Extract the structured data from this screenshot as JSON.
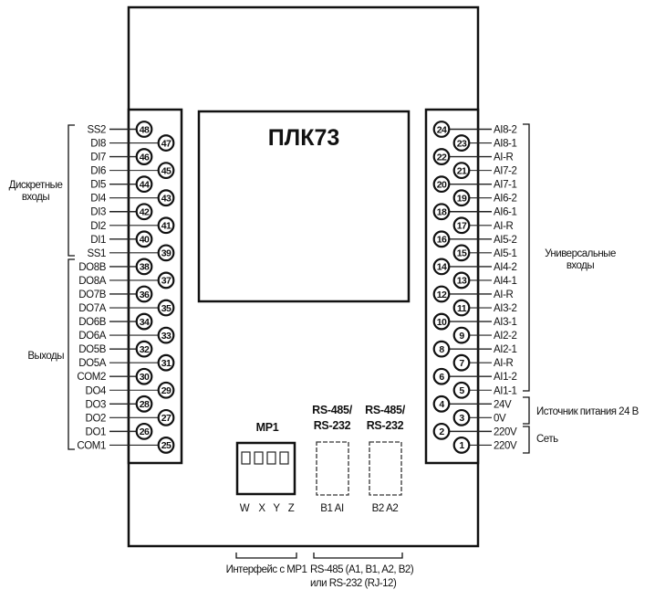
{
  "device": {
    "title": "ПЛК73"
  },
  "left_terminals": [
    {
      "pin": "48",
      "label": "SS2"
    },
    {
      "pin": "47",
      "label": "DI8"
    },
    {
      "pin": "46",
      "label": "DI7"
    },
    {
      "pin": "45",
      "label": "DI6"
    },
    {
      "pin": "44",
      "label": "DI5"
    },
    {
      "pin": "43",
      "label": "DI4"
    },
    {
      "pin": "42",
      "label": "DI3"
    },
    {
      "pin": "41",
      "label": "DI2"
    },
    {
      "pin": "40",
      "label": "DI1"
    },
    {
      "pin": "39",
      "label": "SS1"
    },
    {
      "pin": "38",
      "label": "DO8B"
    },
    {
      "pin": "37",
      "label": "DO8A"
    },
    {
      "pin": "36",
      "label": "DO7B"
    },
    {
      "pin": "35",
      "label": "DO7A"
    },
    {
      "pin": "34",
      "label": "DO6B"
    },
    {
      "pin": "33",
      "label": "DO6A"
    },
    {
      "pin": "32",
      "label": "DO5B"
    },
    {
      "pin": "31",
      "label": "DO5A"
    },
    {
      "pin": "30",
      "label": "COM2"
    },
    {
      "pin": "29",
      "label": "DO4"
    },
    {
      "pin": "28",
      "label": "DO3"
    },
    {
      "pin": "27",
      "label": "DO2"
    },
    {
      "pin": "26",
      "label": "DO1"
    },
    {
      "pin": "25",
      "label": "COM1"
    }
  ],
  "right_terminals": [
    {
      "pin": "24",
      "label": "AI8-2"
    },
    {
      "pin": "23",
      "label": "AI8-1"
    },
    {
      "pin": "22",
      "label": "AI-R"
    },
    {
      "pin": "21",
      "label": "AI7-2"
    },
    {
      "pin": "20",
      "label": "AI7-1"
    },
    {
      "pin": "19",
      "label": "AI6-2"
    },
    {
      "pin": "18",
      "label": "AI6-1"
    },
    {
      "pin": "17",
      "label": "AI-R"
    },
    {
      "pin": "16",
      "label": "AI5-2"
    },
    {
      "pin": "15",
      "label": "AI5-1"
    },
    {
      "pin": "14",
      "label": "AI4-2"
    },
    {
      "pin": "13",
      "label": "AI4-1"
    },
    {
      "pin": "12",
      "label": "AI-R"
    },
    {
      "pin": "11",
      "label": "AI3-2"
    },
    {
      "pin": "10",
      "label": "AI3-1"
    },
    {
      "pin": "9",
      "label": "AI2-2"
    },
    {
      "pin": "8",
      "label": "AI2-1"
    },
    {
      "pin": "7",
      "label": "AI-R"
    },
    {
      "pin": "6",
      "label": "AI1-2"
    },
    {
      "pin": "5",
      "label": "AI1-1"
    },
    {
      "pin": "4",
      "label": "24V"
    },
    {
      "pin": "3",
      "label": "0V"
    },
    {
      "pin": "2",
      "label": "220V"
    },
    {
      "pin": "1",
      "label": "220V"
    }
  ],
  "groups": {
    "discrete_inputs": {
      "line1": "Дискретные",
      "line2": "входы"
    },
    "outputs": {
      "line1": "Выходы"
    },
    "universal_inputs": {
      "line1": "Универсальные",
      "line2": "входы"
    },
    "power_supply": {
      "line1": "Источник питания 24 В"
    },
    "mains": {
      "line1": "Сеть"
    }
  },
  "connectors": {
    "mp1": {
      "title": "MP1",
      "pins": [
        "W",
        "X",
        "Y",
        "Z"
      ]
    },
    "rs1": {
      "title_line1": "RS-485/",
      "title_line2": "RS-232",
      "pins": "B1 AI"
    },
    "rs2": {
      "title_line1": "RS-485/",
      "title_line2": "RS-232",
      "pins": "B2 A2"
    }
  },
  "footnotes": {
    "mp1_interface": "Интерфейс с МР1",
    "rs_line1": "RS-485 (A1, B1, A2, B2)",
    "rs_line2": "или RS-232 (RJ-12)"
  }
}
